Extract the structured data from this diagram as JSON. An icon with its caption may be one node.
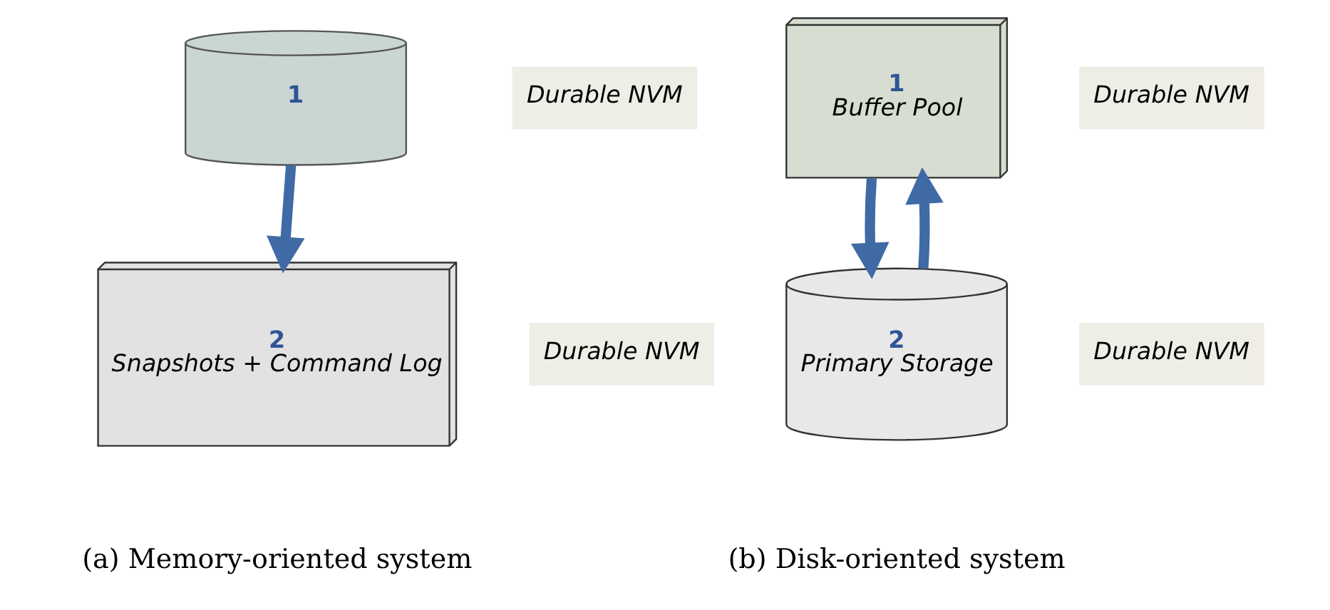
{
  "diagram": {
    "nodes": [
      {
        "text": [
          "1"
        ]
      },
      {
        "text": [
          "Durable NVM"
        ]
      },
      {
        "text": [
          "2",
          "Snapshots + Command Log"
        ]
      },
      {
        "text": [
          "Durable NVM"
        ]
      },
      {
        "text": [
          "1",
          "Buffer Pool"
        ]
      },
      {
        "text": [
          "Durable NVM"
        ]
      },
      {
        "text": [
          "2",
          "Primary Storage"
        ]
      },
      {
        "text": [
          "Durable NVM"
        ]
      }
    ],
    "edges": [
      {
        "from": 0,
        "to": 2,
        "arrow": "to"
      },
      {
        "from": 4,
        "to": 6,
        "arrow": "to"
      },
      {
        "from": 6,
        "to": 4,
        "arrow": "to"
      }
    ],
    "labels": [
      "(a) Memory-oriented system",
      "(b) Disk-oriented system"
    ]
  }
}
